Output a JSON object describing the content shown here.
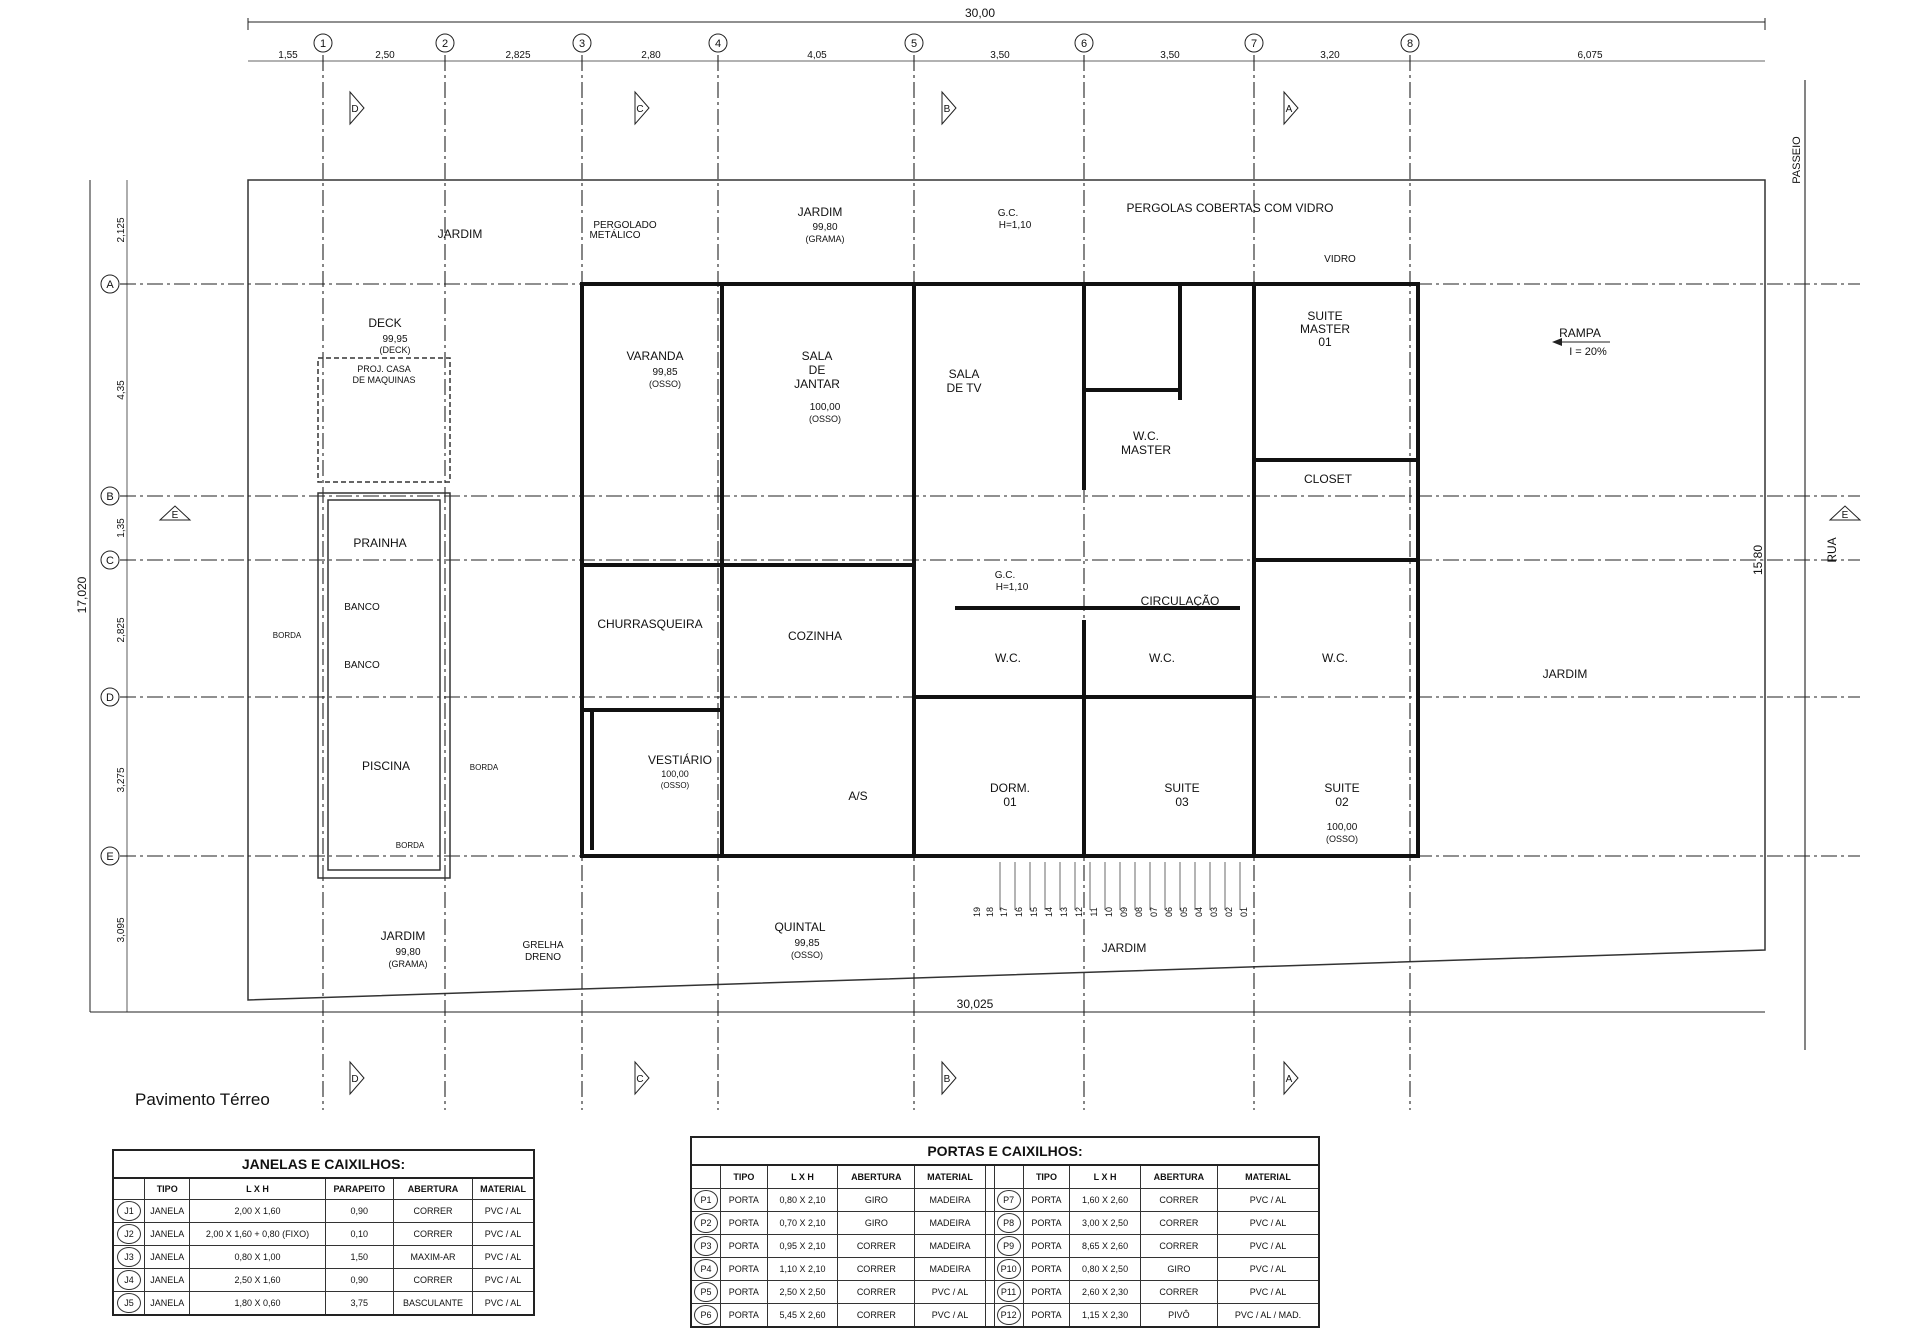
{
  "drawing_title": "Pavimento Térreo",
  "axes": {
    "numbered": [
      "1",
      "2",
      "3",
      "4",
      "5",
      "6",
      "7",
      "8"
    ],
    "lettered": [
      "A",
      "B",
      "C",
      "D",
      "E"
    ]
  },
  "overall_dims": {
    "top_total": "30,00",
    "bottom_total": "30,025",
    "left_total": "17,020",
    "right_total": "15,80"
  },
  "top_dims": [
    "1,55",
    "2,50",
    "2,825",
    "2,80",
    "4,05",
    "3,50",
    "3,50",
    "3,20",
    "6,075"
  ],
  "left_dims": [
    "2,125",
    "4,35",
    "1,35",
    "2,825",
    "3,275",
    "3,095"
  ],
  "section_markers": [
    "D",
    "C",
    "B",
    "A",
    "E"
  ],
  "rooms": {
    "jardim_nw": "JARDIM",
    "deck": "DECK",
    "deck_level": "99,95",
    "deck_finish": "(DECK)",
    "maquinas_1": "PROJ. CASA",
    "maquinas_2": "DE MAQUINAS",
    "prainha": "PRAINHA",
    "banco_1": "BANCO",
    "banco_2": "BANCO",
    "piscina": "PISCINA",
    "borda_1": "BORDA",
    "borda_2": "BORDA",
    "borda_3": "BORDA",
    "pergolado_1": "PERGOLADO",
    "pergolado_2": "METÁLICO",
    "jardim_n": "JARDIM",
    "jardim_n_level": "99,80",
    "jardim_n_finish": "(GRAMA)",
    "pergolas": "PERGOLAS COBERTAS COM VIDRO",
    "vidro": "VIDRO",
    "gc_1": "G.C.",
    "gc_1_h": "H=1,10",
    "varanda": "VARANDA",
    "varanda_level": "99,85",
    "varanda_finish": "(OSSO)",
    "sala_jantar_1": "SALA",
    "sala_jantar_2": "DE",
    "sala_jantar_3": "JANTAR",
    "sala_jantar_level": "100,00",
    "sala_jantar_finish": "(OSSO)",
    "sala_tv_1": "SALA",
    "sala_tv_2": "DE TV",
    "wc_master_1": "W.C.",
    "wc_master_2": "MASTER",
    "suite_master_1": "SUITE",
    "suite_master_2": "MASTER",
    "suite_master_3": "01",
    "closet": "CLOSET",
    "rampa": "RAMPA",
    "rampa_i": "I = 20%",
    "passeio": "PASSEIO",
    "rua": "RUA",
    "churrasqueira": "CHURRASQUEIRA",
    "cozinha": "COZINHA",
    "gc_2": "G.C.",
    "gc_2_h": "H=1,10",
    "circulacao": "CIRCULAÇÃO",
    "wc_1": "W.C.",
    "wc_2": "W.C.",
    "wc_3": "W.C.",
    "jardim_e": "JARDIM",
    "vestiario": "VESTIÁRIO",
    "vestiario_level": "100,00",
    "vestiario_finish": "(OSSO)",
    "as": "A/S",
    "dorm_1": "DORM.",
    "dorm_2": "01",
    "suite03_1": "SUITE",
    "suite03_2": "03",
    "suite02_1": "SUITE",
    "suite02_2": "02",
    "suite02_level": "100,00",
    "suite02_finish": "(OSSO)",
    "quintal": "QUINTAL",
    "quintal_level": "99,85",
    "quintal_finish": "(OSSO)",
    "jardim_s": "JARDIM",
    "jardim_sw": "JARDIM",
    "jardim_sw_level": "99,80",
    "jardim_sw_finish": "(GRAMA)",
    "grelha_1": "GRELHA",
    "grelha_2": "DRENO"
  },
  "stair_steps": [
    "19",
    "18",
    "17",
    "16",
    "15",
    "14",
    "13",
    "12",
    "11",
    "10",
    "09",
    "08",
    "07",
    "06",
    "05",
    "04",
    "03",
    "02",
    "01"
  ],
  "window_schedule": {
    "title": "JANELAS E CAIXILHOS:",
    "headers": [
      "TIPO",
      "L    X    H",
      "PARAPEITO",
      "ABERTURA",
      "MATERIAL"
    ],
    "rows": [
      {
        "id": "J1",
        "tipo": "JANELA",
        "lxh": "2,00 X 1,60",
        "parapeito": "0,90",
        "abertura": "CORRER",
        "material": "PVC / AL"
      },
      {
        "id": "J2",
        "tipo": "JANELA",
        "lxh": "2,00 X 1,60 + 0,80 (FIXO)",
        "parapeito": "0,10",
        "abertura": "CORRER",
        "material": "PVC / AL"
      },
      {
        "id": "J3",
        "tipo": "JANELA",
        "lxh": "0,80 X 1,00",
        "parapeito": "1,50",
        "abertura": "MAXIM-AR",
        "material": "PVC / AL"
      },
      {
        "id": "J4",
        "tipo": "JANELA",
        "lxh": "2,50 X 1,60",
        "parapeito": "0,90",
        "abertura": "CORRER",
        "material": "PVC / AL"
      },
      {
        "id": "J5",
        "tipo": "JANELA",
        "lxh": "1,80 X 0,60",
        "parapeito": "3,75",
        "abertura": "BASCULANTE",
        "material": "PVC / AL"
      }
    ]
  },
  "door_schedule": {
    "title": "PORTAS E CAIXILHOS:",
    "headers": [
      "TIPO",
      "L    X    H",
      "ABERTURA",
      "MATERIAL"
    ],
    "left_rows": [
      {
        "id": "P1",
        "tipo": "PORTA",
        "lxh": "0,80 X 2,10",
        "abertura": "GIRO",
        "material": "MADEIRA"
      },
      {
        "id": "P2",
        "tipo": "PORTA",
        "lxh": "0,70 X 2,10",
        "abertura": "GIRO",
        "material": "MADEIRA"
      },
      {
        "id": "P3",
        "tipo": "PORTA",
        "lxh": "0,95 X 2,10",
        "abertura": "CORRER",
        "material": "MADEIRA"
      },
      {
        "id": "P4",
        "tipo": "PORTA",
        "lxh": "1,10 X 2,10",
        "abertura": "CORRER",
        "material": "MADEIRA"
      },
      {
        "id": "P5",
        "tipo": "PORTA",
        "lxh": "2,50 X 2,50",
        "abertura": "CORRER",
        "material": "PVC / AL"
      },
      {
        "id": "P6",
        "tipo": "PORTA",
        "lxh": "5,45 X 2,60",
        "abertura": "CORRER",
        "material": "PVC / AL"
      }
    ],
    "right_rows": [
      {
        "id": "P7",
        "tipo": "PORTA",
        "lxh": "1,60 X 2,60",
        "abertura": "CORRER",
        "material": "PVC / AL"
      },
      {
        "id": "P8",
        "tipo": "PORTA",
        "lxh": "3,00 X 2,50",
        "abertura": "CORRER",
        "material": "PVC / AL"
      },
      {
        "id": "P9",
        "tipo": "PORTA",
        "lxh": "8,65 X 2,60",
        "abertura": "CORRER",
        "material": "PVC / AL"
      },
      {
        "id": "P10",
        "tipo": "PORTA",
        "lxh": "0,80 X 2,50",
        "abertura": "GIRO",
        "material": "PVC / AL"
      },
      {
        "id": "P11",
        "tipo": "PORTA",
        "lxh": "2,60 X 2,30",
        "abertura": "CORRER",
        "material": "PVC / AL"
      },
      {
        "id": "P12",
        "tipo": "PORTA",
        "lxh": "1,15 X 2,30",
        "abertura": "PIVÔ",
        "material": "PVC / AL / MAD."
      }
    ]
  }
}
